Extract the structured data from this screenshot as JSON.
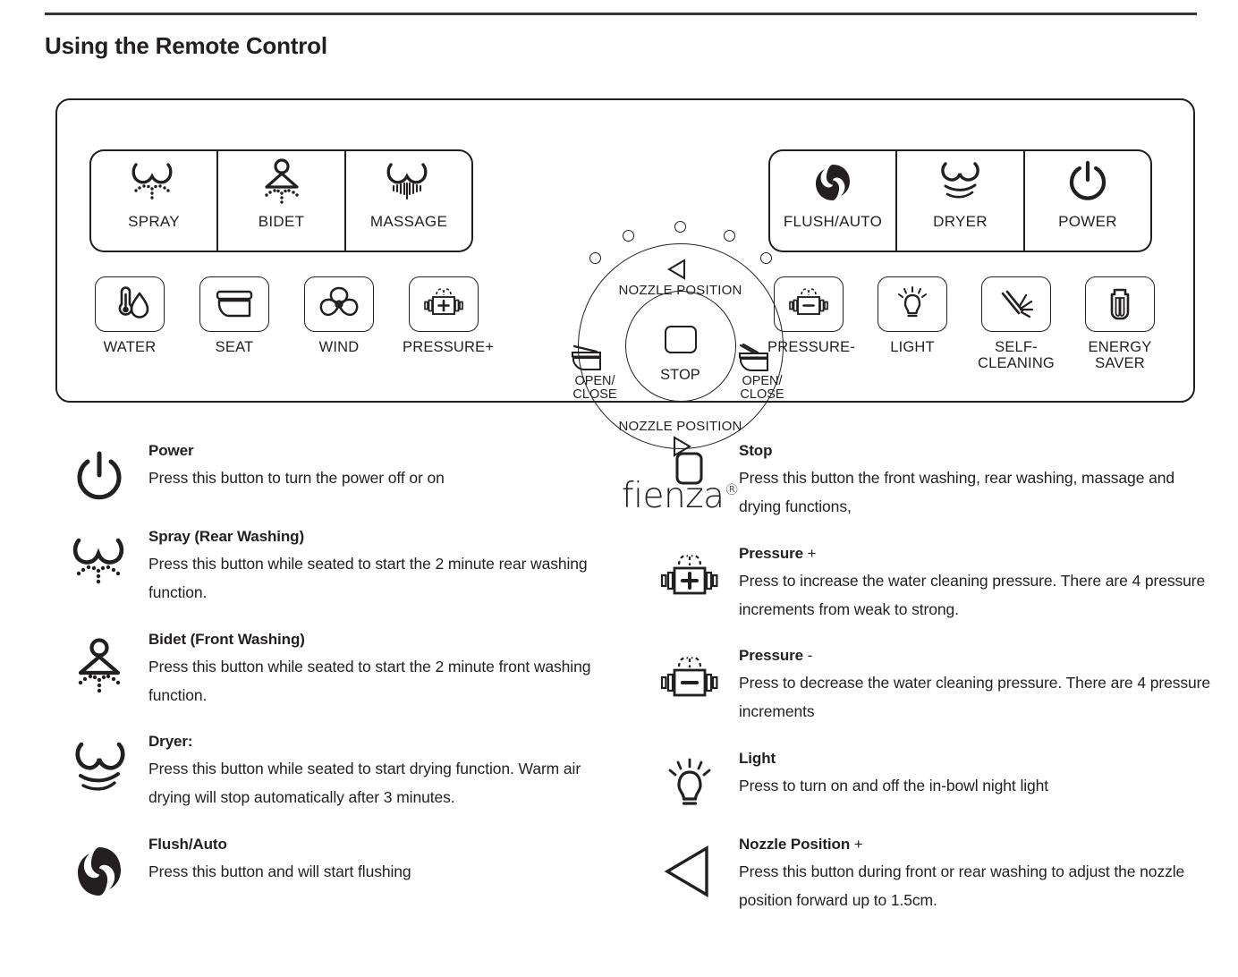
{
  "page": {
    "title": "Using the Remote Control"
  },
  "remote": {
    "brand": "fienza",
    "brand_mark": "®",
    "left_big_buttons": [
      {
        "label": "SPRAY",
        "icon": "spray-icon"
      },
      {
        "label": "BIDET",
        "icon": "bidet-icon"
      },
      {
        "label": "MASSAGE",
        "icon": "massage-icon"
      }
    ],
    "left_small_buttons": [
      {
        "label": "WATER",
        "icon": "water-temperature-icon"
      },
      {
        "label": "SEAT",
        "icon": "toilet-seat-icon"
      },
      {
        "label": "WIND",
        "icon": "fan-icon"
      },
      {
        "label": "PRESSURE+",
        "icon": "pressure-plus-icon"
      }
    ],
    "right_big_buttons": [
      {
        "label": "FLUSH/AUTO",
        "icon": "flush-auto-icon"
      },
      {
        "label": "DRYER",
        "icon": "dryer-icon"
      },
      {
        "label": "POWER",
        "icon": "power-icon"
      }
    ],
    "right_small_buttons": [
      {
        "label": "PRESSURE-",
        "icon": "pressure-minus-icon"
      },
      {
        "label": "LIGHT",
        "icon": "light-bulb-icon"
      },
      {
        "label": "SELF-\nCLEANING",
        "icon": "self-cleaning-icon"
      },
      {
        "label": "ENERGY\nSAVER",
        "icon": "energy-saver-icon"
      }
    ],
    "dial": {
      "nozzle_position_top": "NOZZLE POSITION",
      "nozzle_position_bottom": "NOZZLE POSITION",
      "stop": "STOP",
      "open_close_left": "OPEN/\nCLOSE",
      "open_close_right": "OPEN/\nCLOSE",
      "led_count": 5
    }
  },
  "descriptions": {
    "left": [
      {
        "icon": "power-icon",
        "title": "Power",
        "title_suffix": "",
        "text": "Press this button to turn the power off or on"
      },
      {
        "icon": "spray-icon",
        "title": "Spray (Rear Washing)",
        "title_suffix": "",
        "text": "Press this button while seated to start the 2 minute rear washing function."
      },
      {
        "icon": "bidet-icon",
        "title": "Bidet (Front Washing)",
        "title_suffix": "",
        "text": "Press this button while seated to start the 2 minute front washing function."
      },
      {
        "icon": "dryer-icon",
        "title": "Dryer:",
        "title_suffix": "",
        "text": "Press this button while seated to start drying function. Warm air drying will stop automatically after 3 minutes."
      },
      {
        "icon": "flush-auto-icon",
        "title": "Flush/Auto",
        "title_suffix": "",
        "text": "Press this button and will start flushing"
      }
    ],
    "right": [
      {
        "icon": "stop-icon",
        "title": "Stop",
        "title_suffix": "",
        "text": "Press this button the front washing, rear washing, massage and drying functions,"
      },
      {
        "icon": "pressure-plus-icon",
        "title": "Pressure",
        "title_suffix": " +",
        "text": "Press to increase the water cleaning pressure. There are 4 pressure increments from weak to strong."
      },
      {
        "icon": "pressure-minus-icon",
        "title": "Pressure",
        "title_suffix": " -",
        "text": "Press to decrease the water cleaning pressure. There are 4 pressure increments"
      },
      {
        "icon": "light-bulb-icon",
        "title": "Light",
        "title_suffix": "",
        "text": "Press to turn on and off the in-bowl night light"
      },
      {
        "icon": "nozzle-position-icon",
        "title": "Nozzle Position",
        "title_suffix": " +",
        "text": "Press this button during front or rear washing to adjust the nozzle position forward up to 1.5cm."
      }
    ]
  },
  "colors": {
    "ink": "#231f20",
    "rule": "#3a3438",
    "background": "#ffffff"
  }
}
